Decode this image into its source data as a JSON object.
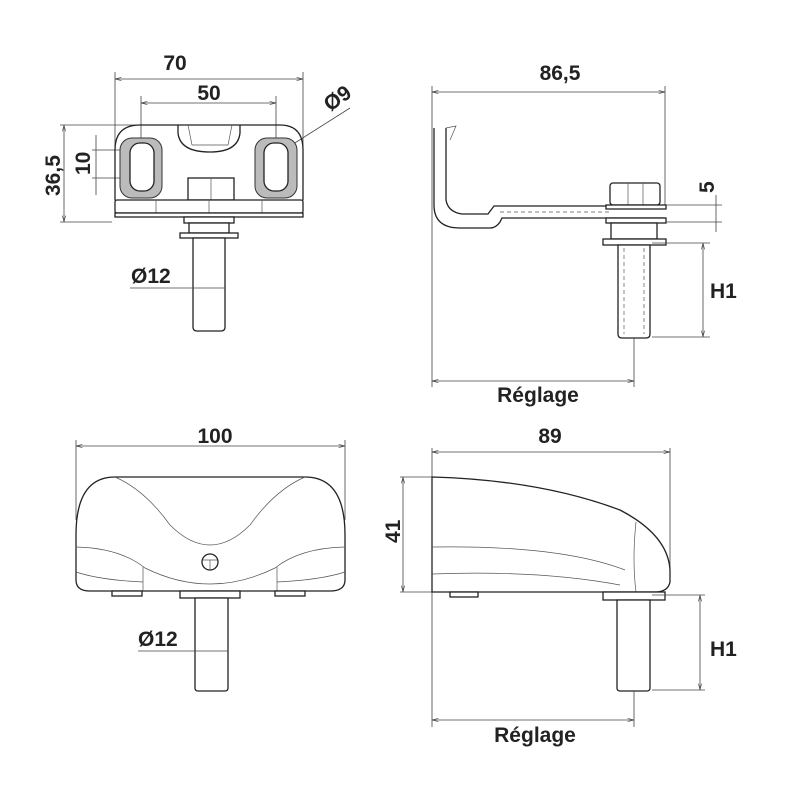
{
  "top_left_view": {
    "width_outer": "70",
    "hole_spacing": "50",
    "hole_diameter": "Ø9",
    "height": "36,5",
    "slot_length": "10",
    "pin_diameter": "Ø12"
  },
  "top_right_view": {
    "length": "86,5",
    "plate_thickness": "5",
    "pin_height": "H1",
    "adjustment": "Réglage"
  },
  "bottom_left_view": {
    "width": "100",
    "pin_diameter": "Ø12"
  },
  "bottom_right_view": {
    "length": "89",
    "height": "41",
    "pin_height": "H1",
    "adjustment": "Réglage"
  }
}
